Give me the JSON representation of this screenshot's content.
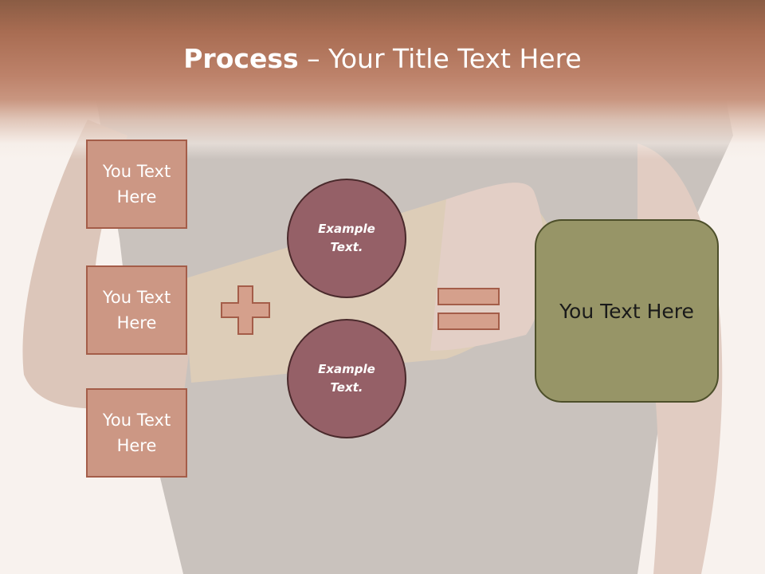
{
  "title": {
    "strong": "Process",
    "rest": " – Your Title Text Here"
  },
  "side_boxes": [
    "You Text Here",
    "You Text Here",
    "You Text Here"
  ],
  "circles": [
    "Example Text.",
    "Example Text."
  ],
  "result_box": "You Text Here",
  "colors": {
    "header": "#a86c52",
    "side_box_fill": "#cc9784",
    "side_box_border": "#a45d49",
    "circle_fill": "#956067",
    "result_fill": "#979567",
    "operator_fill": "#d5a08c"
  },
  "icons": [
    "plus-icon",
    "equals-icon"
  ]
}
